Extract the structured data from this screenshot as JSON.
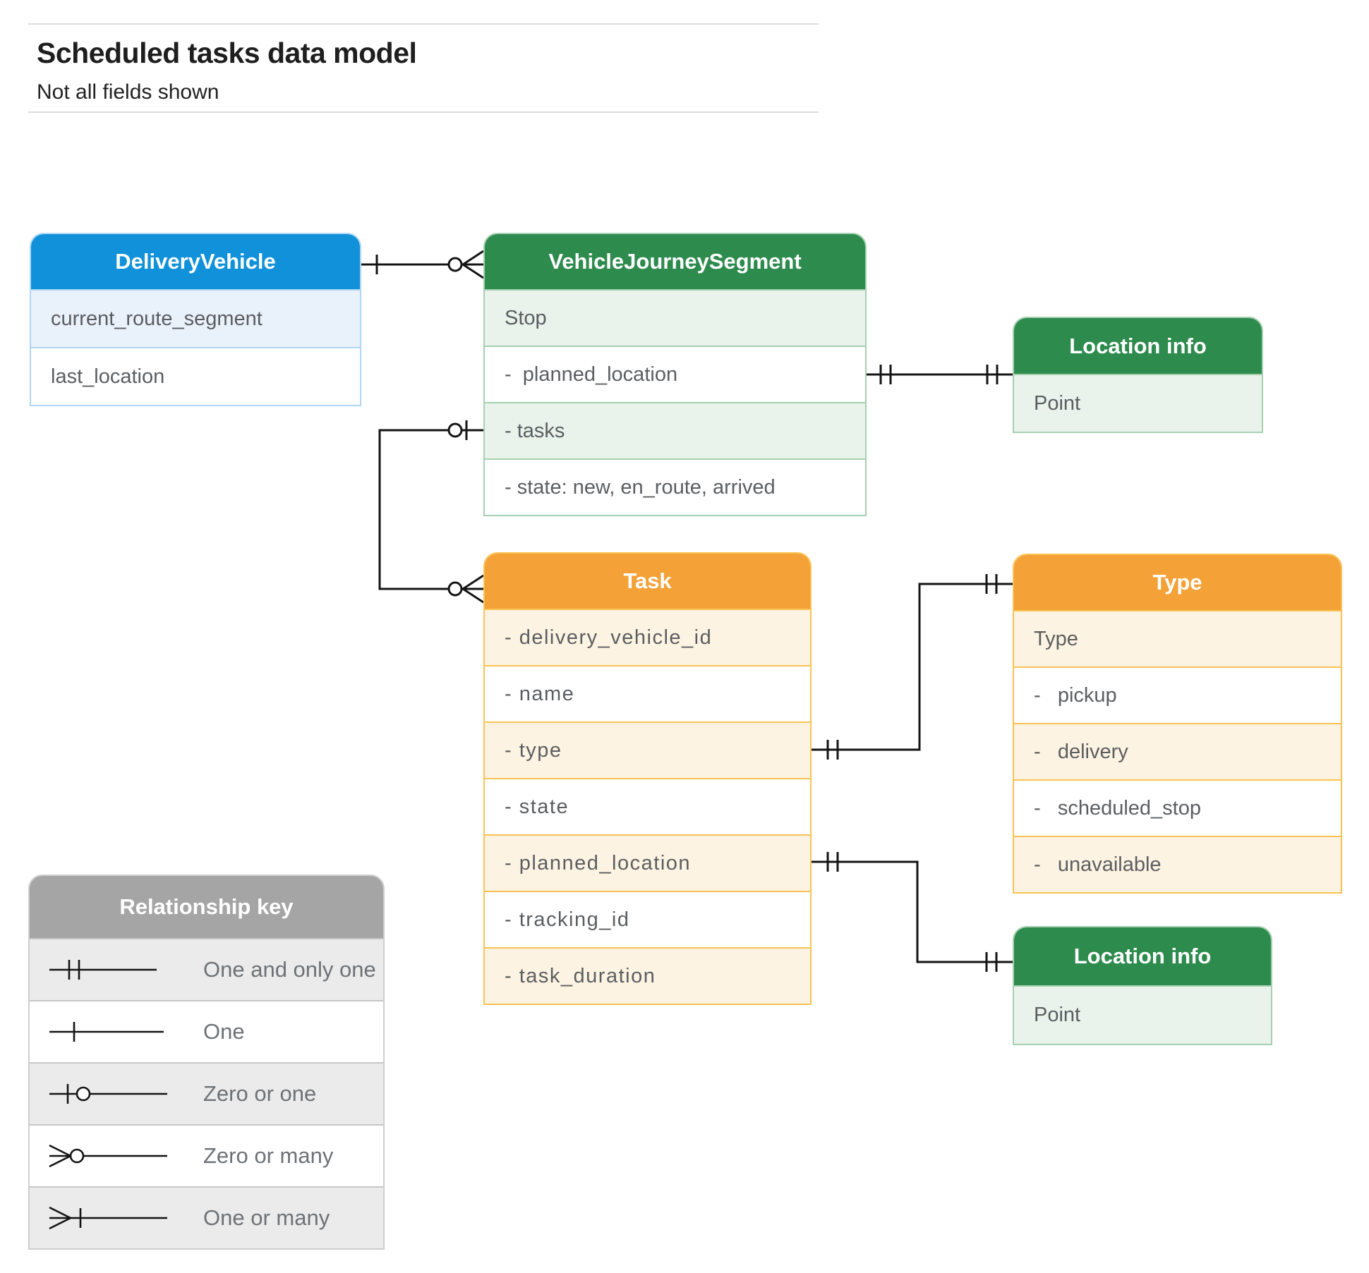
{
  "page": {
    "title": "Scheduled tasks data model",
    "subtitle": "Not all fields shown"
  },
  "colors": {
    "blue_header": "#1191D9",
    "green_header": "#2E8B4E",
    "orange_header": "#F4A137",
    "gray_header": "#A5A5A5",
    "line": "#141414"
  },
  "entities": {
    "delivery_vehicle": {
      "title": "DeliveryVehicle",
      "rows": [
        "current_route_segment",
        "last_location"
      ]
    },
    "vehicle_journey_segment": {
      "title": "VehicleJourneySegment",
      "rows": [
        "Stop",
        "-  planned_location",
        "- tasks",
        "- state: new, en_route, arrived"
      ]
    },
    "location_info_top": {
      "title": "Location info",
      "rows": [
        "Point"
      ]
    },
    "task": {
      "title": "Task",
      "rows": [
        "- delivery_vehicle_id",
        "- name",
        "- type",
        "- state",
        "- planned_location",
        "- tracking_id",
        "- task_duration"
      ]
    },
    "type": {
      "title": "Type",
      "rows": [
        "Type",
        "-   pickup",
        "-   delivery",
        "-   scheduled_stop",
        "-   unavailable"
      ]
    },
    "location_info_bottom": {
      "title": "Location info",
      "rows": [
        "Point"
      ]
    }
  },
  "legend": {
    "title": "Relationship key",
    "items": [
      {
        "label": "One and only one",
        "symbol": "one-and-only-one-icon"
      },
      {
        "label": "One",
        "symbol": "one-icon"
      },
      {
        "label": "Zero or one",
        "symbol": "zero-or-one-icon"
      },
      {
        "label": "Zero or many",
        "symbol": "zero-or-many-icon"
      },
      {
        "label": "One or many",
        "symbol": "one-or-many-icon"
      }
    ]
  },
  "relationships": [
    {
      "from": "DeliveryVehicle",
      "to": "VehicleJourneySegment",
      "from_cardinality": "one",
      "to_cardinality": "zero-or-many"
    },
    {
      "from": "VehicleJourneySegment.planned_location",
      "to": "Location info (top)",
      "from_cardinality": "one-and-only-one",
      "to_cardinality": "one-and-only-one"
    },
    {
      "from": "VehicleJourneySegment.tasks",
      "to": "Task",
      "from_cardinality": "zero-or-one",
      "to_cardinality": "zero-or-many"
    },
    {
      "from": "Task.type",
      "to": "Type",
      "from_cardinality": "one-and-only-one",
      "to_cardinality": "one-and-only-one"
    },
    {
      "from": "Task.planned_location",
      "to": "Location info (bottom)",
      "from_cardinality": "one-and-only-one",
      "to_cardinality": "one-and-only-one"
    }
  ]
}
